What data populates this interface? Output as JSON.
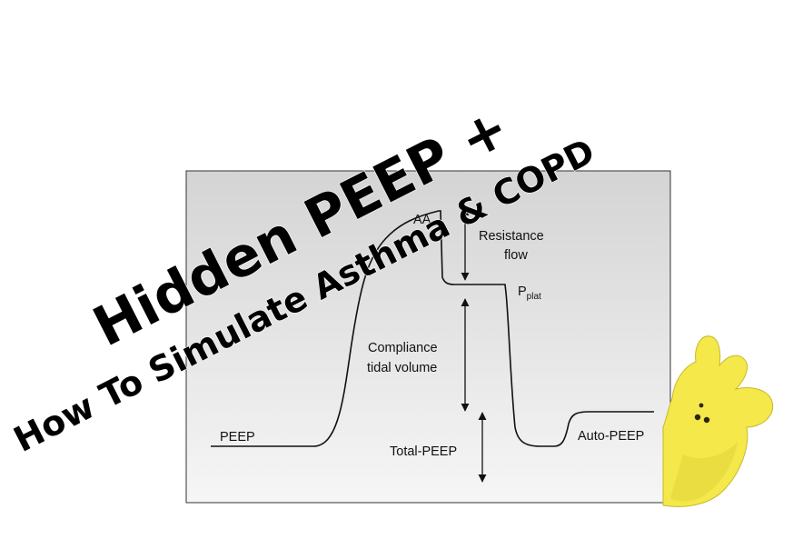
{
  "title": {
    "line1": "Hidden PEEP +",
    "line2": "How To Simulate Asthma & COPD"
  },
  "diagram": {
    "labels": {
      "peep": "PEEP",
      "peak_partial": "AA",
      "resistance": "Resistance",
      "flow": "flow",
      "pplat_main": "P",
      "pplat_sub": "plat",
      "compliance": "Compliance",
      "tidal_volume": "tidal volume",
      "total_peep": "Total-PEEP",
      "auto_peep": "Auto-PEEP"
    }
  },
  "mascot": {
    "name": "yellow-bunny-icon",
    "color": "#f4e84a"
  },
  "colors": {
    "panel_top": "#d4d4d4",
    "panel_bottom": "#f6f6f6",
    "curve": "#111111",
    "title": "#000000"
  }
}
